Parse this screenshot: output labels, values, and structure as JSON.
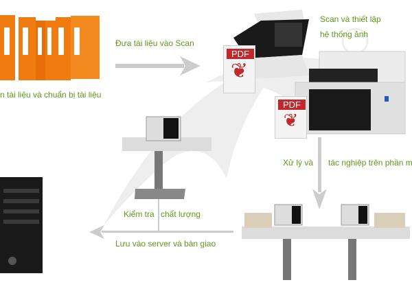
{
  "steps": {
    "prepare": "n tài liệu và chuẩn bị tài liệu",
    "feed_scan": "Đưa tài liệu vào Scan",
    "scan_setup_line1": "Scan và thiết lập",
    "scan_setup_line2": "hệ thống ảnh",
    "process_a": "Xử lý và",
    "process_b": "tác nghiệp trên phần mề",
    "check_a": "Kiểm tra",
    "check_b": "chất lượng",
    "store": "Lưu vào server và bàn giao"
  },
  "pdf_label": "PDF",
  "colors": {
    "text": "#5c9a1c",
    "binder": "#f07c10",
    "arrow": "#c8c8c8",
    "pdf_red": "#c0282c"
  }
}
